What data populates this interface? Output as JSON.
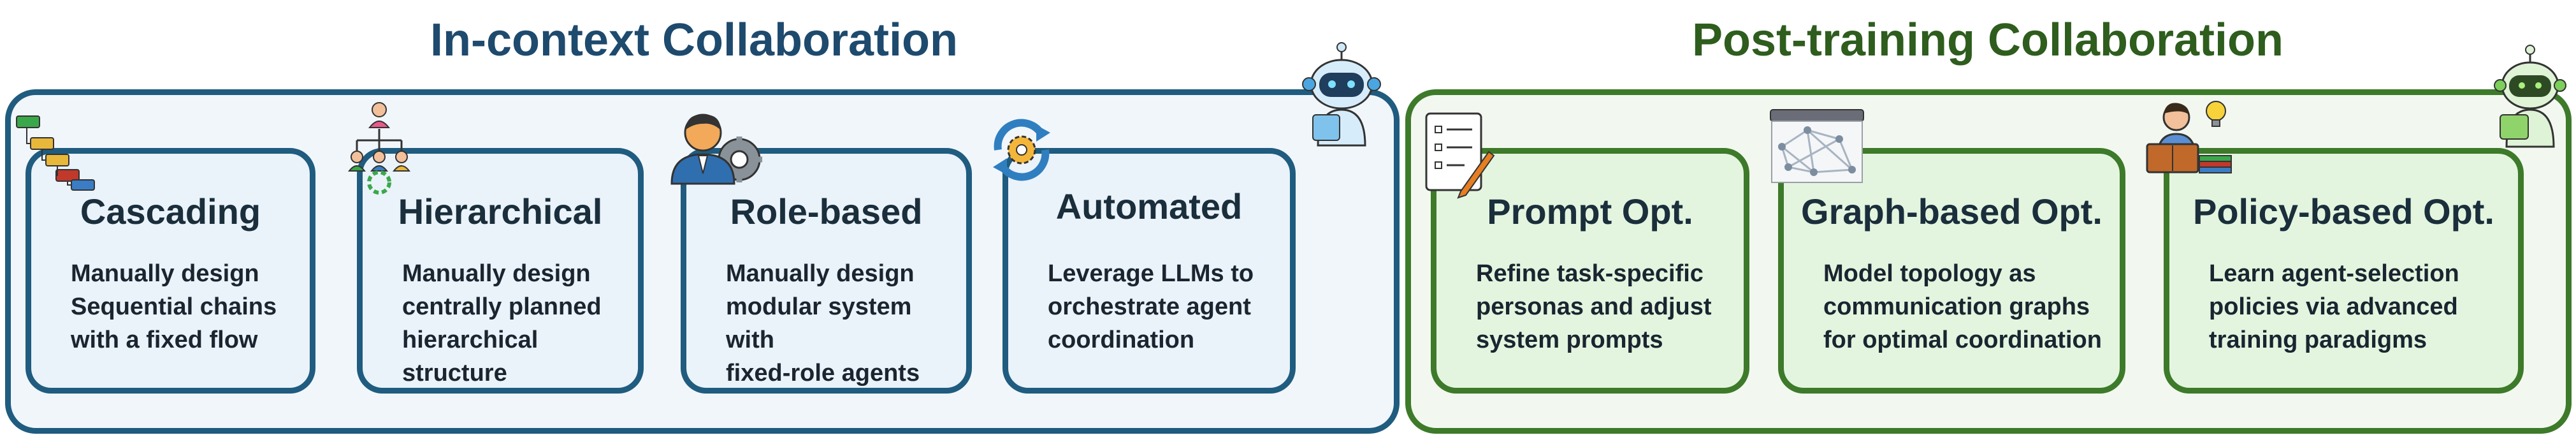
{
  "left_section": {
    "title": "In-context Collaboration",
    "cards": [
      {
        "title": "Cascading",
        "desc": "Manually design\nSequential chains\nwith a fixed flow"
      },
      {
        "title": "Hierarchical",
        "desc": "Manually design\ncentrally planned\nhierarchical structure"
      },
      {
        "title": "Role-based",
        "desc": "Manually design\nmodular system with\nfixed-role agents"
      },
      {
        "title": "Automated",
        "desc": "Leverage LLMs to\norchestrate agent\ncoordination"
      }
    ]
  },
  "right_section": {
    "title": "Post-training Collaboration",
    "cards": [
      {
        "title": "Prompt Opt.",
        "desc": "Refine task-specific\npersonas and adjust\nsystem prompts"
      },
      {
        "title": "Graph-based Opt.",
        "desc": "Model topology as\ncommunication graphs\nfor optimal coordination"
      },
      {
        "title": "Policy-based Opt.",
        "desc": "Learn agent-selection\npolicies via advanced\ntraining paradigms"
      }
    ]
  },
  "colors": {
    "left_accent": "#1f5c7f",
    "right_accent": "#3d7a2a",
    "left_fill": "#eaf2fa",
    "right_fill": "#e3f5df"
  },
  "icons": [
    "flowchart-icon",
    "org-chart-icon",
    "person-gear-icon",
    "refresh-gear-icon",
    "robot-blue-icon",
    "checklist-pencil-icon",
    "network-graph-icon",
    "person-books-bulb-icon",
    "robot-green-icon"
  ]
}
